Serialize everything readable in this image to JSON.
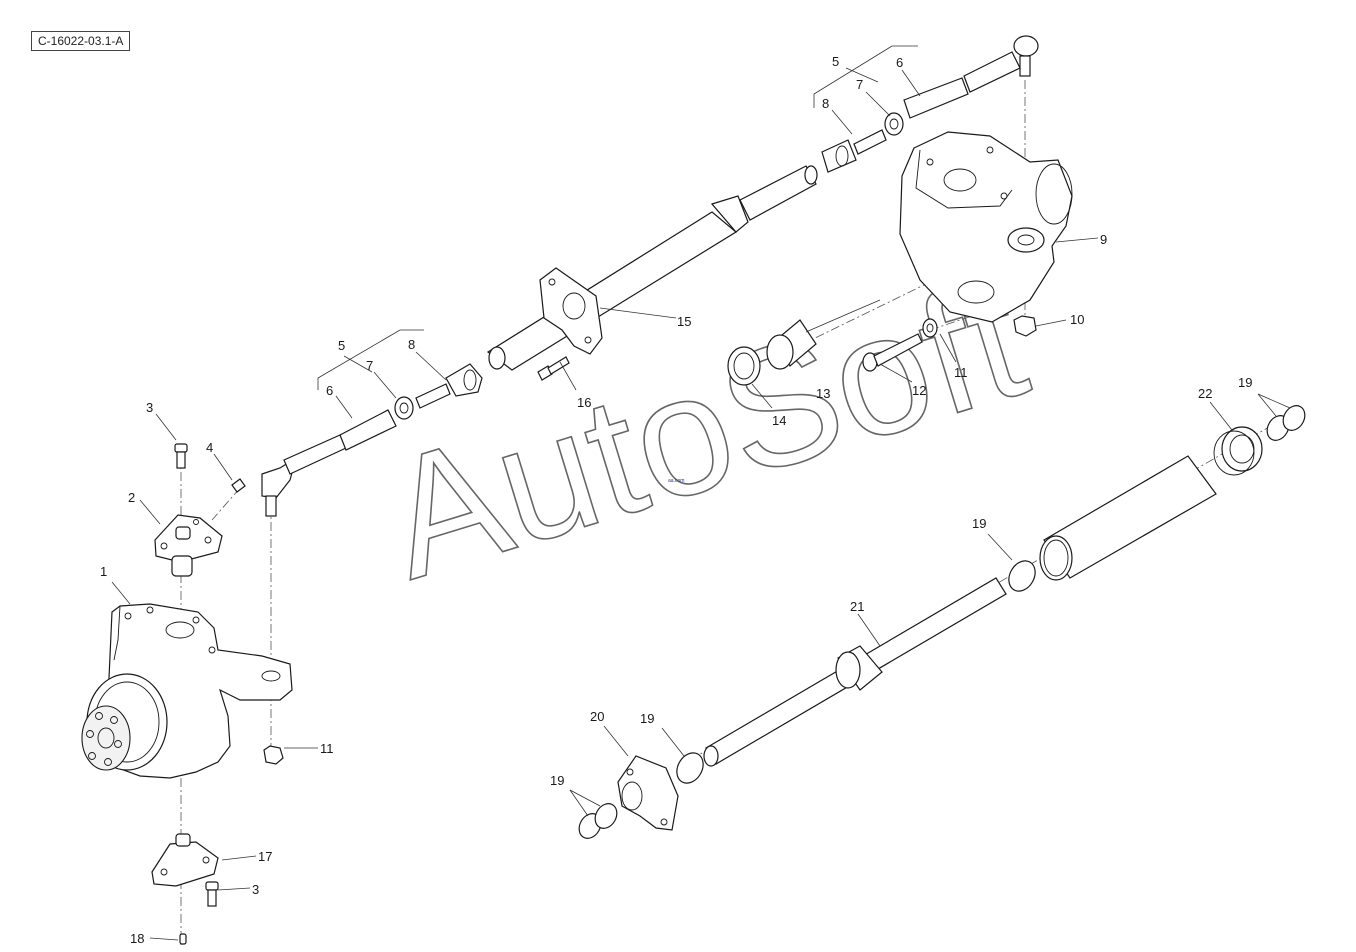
{
  "drawing_ref": "C-16022-03.1-A",
  "watermark": {
    "text": "AutoSoft",
    "tag": "aa.com"
  },
  "callouts": [
    {
      "id": "c1",
      "text": "1"
    },
    {
      "id": "c2",
      "text": "2"
    },
    {
      "id": "c3a",
      "text": "3"
    },
    {
      "id": "c3b",
      "text": "3"
    },
    {
      "id": "c4",
      "text": "4"
    },
    {
      "id": "c5a",
      "text": "5"
    },
    {
      "id": "c5b",
      "text": "5"
    },
    {
      "id": "c6a",
      "text": "6"
    },
    {
      "id": "c6b",
      "text": "6"
    },
    {
      "id": "c7a",
      "text": "7"
    },
    {
      "id": "c7b",
      "text": "7"
    },
    {
      "id": "c8a",
      "text": "8"
    },
    {
      "id": "c8b",
      "text": "8"
    },
    {
      "id": "c9",
      "text": "9"
    },
    {
      "id": "c10",
      "text": "10"
    },
    {
      "id": "c11a",
      "text": "11"
    },
    {
      "id": "c11b",
      "text": "11"
    },
    {
      "id": "c12",
      "text": "12"
    },
    {
      "id": "c13",
      "text": "13"
    },
    {
      "id": "c14",
      "text": "14"
    },
    {
      "id": "c15",
      "text": "15"
    },
    {
      "id": "c16",
      "text": "16"
    },
    {
      "id": "c17",
      "text": "17"
    },
    {
      "id": "c18",
      "text": "18"
    },
    {
      "id": "c19a",
      "text": "19"
    },
    {
      "id": "c19b",
      "text": "19"
    },
    {
      "id": "c19c",
      "text": "19"
    },
    {
      "id": "c19d",
      "text": "19"
    },
    {
      "id": "c20",
      "text": "20"
    },
    {
      "id": "c21",
      "text": "21"
    },
    {
      "id": "c22",
      "text": "22"
    }
  ]
}
